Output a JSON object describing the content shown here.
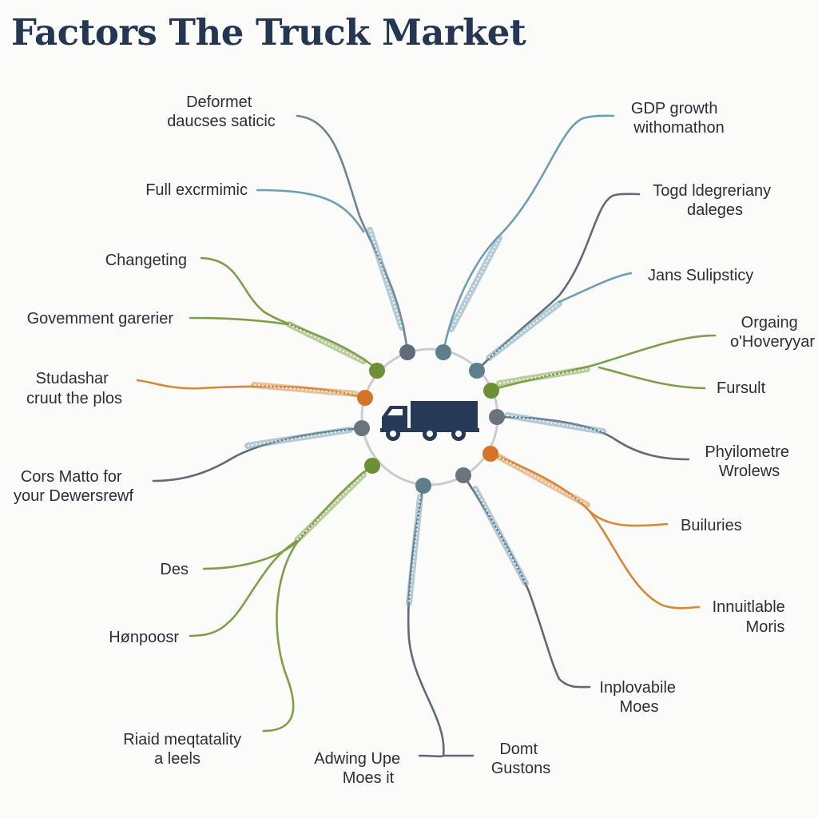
{
  "title": "Factors The Truck Market",
  "colors": {
    "title": "#243652",
    "slate": "#5f6b76",
    "blue": "#6f9db2",
    "green": "#7e9f4a",
    "orange": "#d6873a",
    "truck": "#263a58",
    "ring": "#c9ccd0"
  },
  "center_icon": "truck-icon",
  "branches": [
    {
      "id": "deformet",
      "lines": [
        "Deformet",
        "daucses saticic"
      ]
    },
    {
      "id": "full-excrmimic",
      "lines": [
        "Full excrmimic"
      ]
    },
    {
      "id": "changeting",
      "lines": [
        "Changeting"
      ]
    },
    {
      "id": "government-garerier",
      "lines": [
        "Govemment garerier"
      ]
    },
    {
      "id": "studashar",
      "lines": [
        "Studashar",
        "cruut the plos"
      ]
    },
    {
      "id": "cors-matto",
      "lines": [
        "Cors Matto for",
        "your Dewersrewf"
      ]
    },
    {
      "id": "des",
      "lines": [
        "Des"
      ]
    },
    {
      "id": "henpoosr",
      "lines": [
        "Hønpoosr"
      ]
    },
    {
      "id": "riaid",
      "lines": [
        "Riaid meqtatality",
        "a leels"
      ]
    },
    {
      "id": "adwing-upe",
      "lines": [
        "Adwing Upe",
        "Moes it"
      ]
    },
    {
      "id": "domt-gustons",
      "lines": [
        "Domt",
        "Gustons"
      ]
    },
    {
      "id": "inplovabile",
      "lines": [
        "Inplovabile",
        "Moes"
      ]
    },
    {
      "id": "innuitlable",
      "lines": [
        "Innuitlable",
        "Moris"
      ]
    },
    {
      "id": "builuries",
      "lines": [
        "Builuries"
      ]
    },
    {
      "id": "phyilometre",
      "lines": [
        "Phyilometre",
        "Wrolews"
      ]
    },
    {
      "id": "fursult",
      "lines": [
        "Fursult"
      ]
    },
    {
      "id": "orgaing",
      "lines": [
        "Orgaing",
        "o'Hoveryyar"
      ]
    },
    {
      "id": "jans-sulipsticy",
      "lines": [
        "Jans Sulipsticy"
      ]
    },
    {
      "id": "togd-ldegreriany",
      "lines": [
        "Togd ldegreriany",
        "daleges"
      ]
    },
    {
      "id": "gdp-growth",
      "lines": [
        "GDP growth",
        "withomathon"
      ]
    }
  ]
}
